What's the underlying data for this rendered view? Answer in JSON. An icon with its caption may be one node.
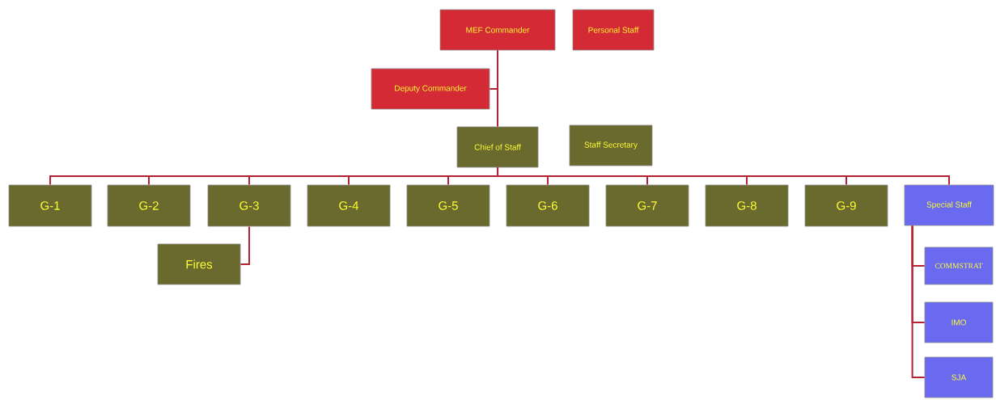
{
  "diagram": {
    "nodes": [
      {
        "text": [
          "MEF Commander"
        ]
      },
      {
        "text": [
          "Personal Staff"
        ]
      },
      {
        "text": [
          "Deputy Commander"
        ]
      },
      {
        "text": [
          "Chief of Staff"
        ]
      },
      {
        "text": [
          "Staff Secretary"
        ]
      },
      {
        "text": [
          "G-1"
        ]
      },
      {
        "text": [
          "G-2"
        ]
      },
      {
        "text": [
          "G-3"
        ]
      },
      {
        "text": [
          "G-4"
        ]
      },
      {
        "text": [
          "G-5"
        ]
      },
      {
        "text": [
          "G-6"
        ]
      },
      {
        "text": [
          "G-7"
        ]
      },
      {
        "text": [
          "G-8"
        ]
      },
      {
        "text": [
          "G-9"
        ]
      },
      {
        "text": [
          "Special Staff"
        ]
      },
      {
        "text": [
          "Fires"
        ]
      },
      {
        "text": [
          "COMMSTRAT"
        ]
      },
      {
        "text": [
          "IMO"
        ]
      },
      {
        "text": [
          "SJA"
        ]
      }
    ],
    "edges": [
      {
        "from": 0,
        "to": 2,
        "arrow": "none"
      },
      {
        "from": 0,
        "to": 3,
        "arrow": "none"
      },
      {
        "from": 3,
        "to": 5,
        "arrow": "none"
      },
      {
        "from": 3,
        "to": 6,
        "arrow": "none"
      },
      {
        "from": 3,
        "to": 7,
        "arrow": "none"
      },
      {
        "from": 3,
        "to": 8,
        "arrow": "none"
      },
      {
        "from": 3,
        "to": 9,
        "arrow": "none"
      },
      {
        "from": 3,
        "to": 10,
        "arrow": "none"
      },
      {
        "from": 3,
        "to": 11,
        "arrow": "none"
      },
      {
        "from": 3,
        "to": 12,
        "arrow": "none"
      },
      {
        "from": 3,
        "to": 13,
        "arrow": "none"
      },
      {
        "from": 3,
        "to": 14,
        "arrow": "none"
      },
      {
        "from": 7,
        "to": 15,
        "arrow": "none"
      },
      {
        "from": 14,
        "to": 16,
        "arrow": "none"
      },
      {
        "from": 14,
        "to": 17,
        "arrow": "none"
      },
      {
        "from": 14,
        "to": 18,
        "arrow": "none"
      }
    ]
  }
}
